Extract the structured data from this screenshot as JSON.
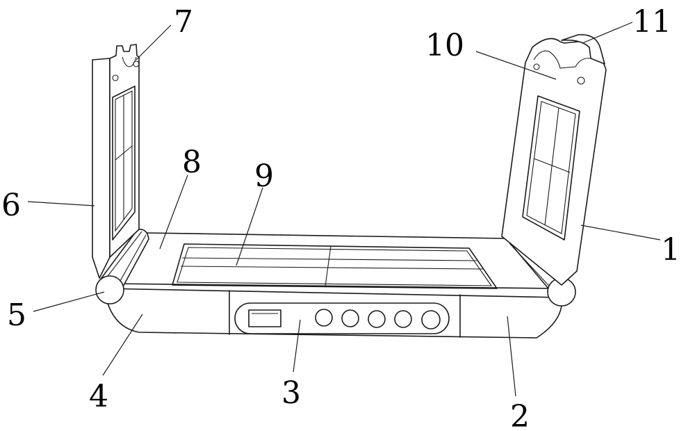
{
  "figure": {
    "labels": {
      "l1": "1",
      "l2": "2",
      "l3": "3",
      "l4": "4",
      "l5": "5",
      "l6": "6",
      "l7": "7",
      "l8": "8",
      "l9": "9",
      "l10": "10",
      "l11": "11"
    }
  }
}
